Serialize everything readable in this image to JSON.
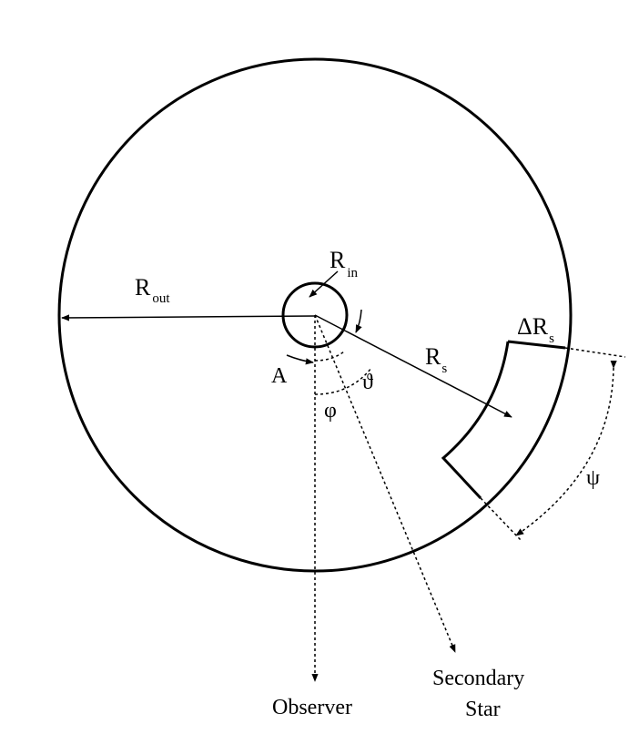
{
  "labels": {
    "r_in": {
      "main": "R",
      "sub": "in"
    },
    "r_out": {
      "main": "R",
      "sub": "out"
    },
    "r_s": {
      "main": "R",
      "sub": "s"
    },
    "delta_r_s": {
      "main": "ΔR",
      "sub": "s"
    },
    "a": "A",
    "phi": "φ",
    "theta": "ϑ",
    "psi": "ψ",
    "observer": "Observer",
    "secondary_star_line1": "Secondary",
    "secondary_star_line2": "Star"
  }
}
